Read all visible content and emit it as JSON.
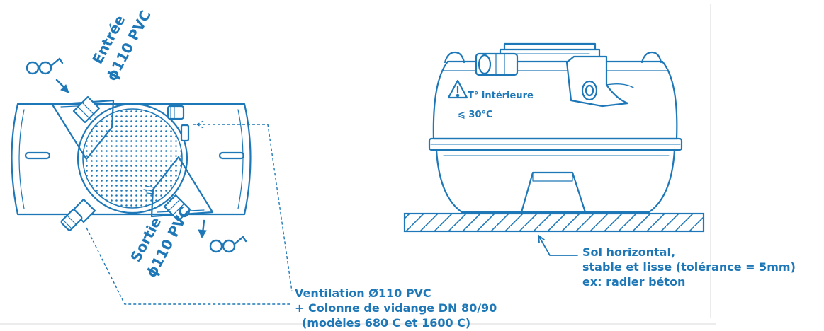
{
  "colors": {
    "ink": "#1e78b8",
    "background": "#ffffff",
    "frame": "#e6e6e6"
  },
  "top_view": {
    "inlet_title": "Entrée",
    "inlet_spec": "ϕ110 PVC",
    "outlet_title": "Sortie",
    "outlet_spec": "ϕ110 PVC",
    "inspection_icon": "glasses-icon"
  },
  "side_view": {
    "warning_icon": "warning-triangle-icon",
    "temp_label": "T° intérieure",
    "temp_value": "⩽ 30°C"
  },
  "ground_note": {
    "line1": "Sol horizontal,",
    "line2": "stable et lisse (tolérance = 5mm)",
    "line3": "ex: radier béton"
  },
  "ventilation_note": {
    "line1": "Ventilation Ø110 PVC",
    "line2": "+ Colonne de vidange DN 80/90",
    "line3": "(modèles 680 C et 1600 C)"
  }
}
